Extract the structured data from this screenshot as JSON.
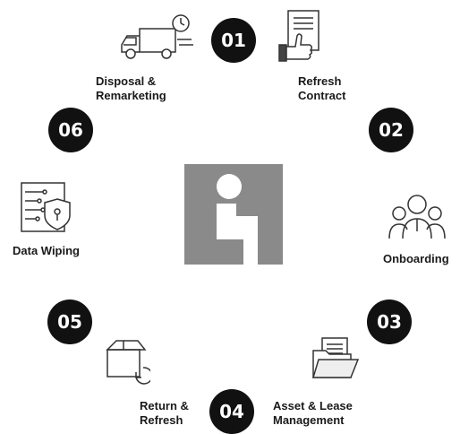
{
  "steps": [
    {
      "number": "01",
      "label_line1": "Refresh",
      "label_line2": "Contract",
      "icon": "thumbs-up-contract-icon"
    },
    {
      "number": "02",
      "label_line1": "Onboarding",
      "label_line2": "",
      "icon": "team-people-icon"
    },
    {
      "number": "03",
      "label_line1": "Asset & Lease",
      "label_line2": "Management",
      "icon": "folder-documents-icon"
    },
    {
      "number": "04",
      "label_line1": "Return &",
      "label_line2": "Refresh",
      "icon": "box-return-icon"
    },
    {
      "number": "05",
      "label_line1": "Data Wiping",
      "label_line2": "",
      "icon": "circuit-shield-icon"
    },
    {
      "number": "06",
      "label_line1": "Disposal &",
      "label_line2": "Remarketing",
      "icon": "delivery-truck-clock-icon"
    }
  ],
  "badge_labels": [
    "01",
    "02",
    "03",
    "04",
    "05",
    "06"
  ],
  "colors": {
    "badge": "#111111",
    "logo_bg": "#8a8a8a",
    "logo_fg": "#ffffff",
    "text": "#1a1a1a"
  }
}
